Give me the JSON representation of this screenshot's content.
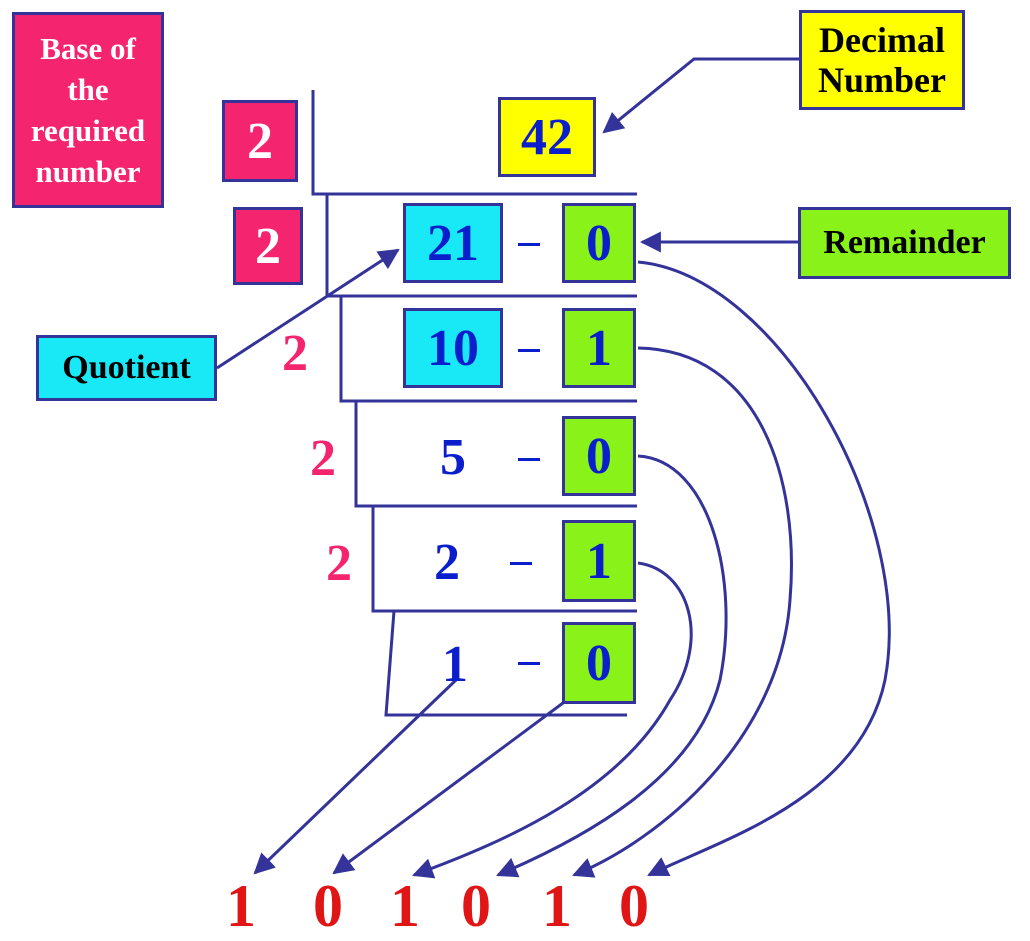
{
  "labels": {
    "base_lines": [
      "Base of",
      "the",
      "required",
      "number"
    ],
    "decimal_lines": [
      "Decimal",
      "Number"
    ],
    "remainder": "Remainder",
    "quotient": "Quotient"
  },
  "division": {
    "divisor": "2",
    "dividend": "42",
    "rows": [
      {
        "divisor": "2",
        "quotient": "21",
        "remainder": "0"
      },
      {
        "divisor": "2",
        "quotient": "10",
        "remainder": "1"
      },
      {
        "divisor": "2",
        "quotient": "5",
        "remainder": "0"
      },
      {
        "divisor": "2",
        "quotient": "2",
        "remainder": "1"
      },
      {
        "divisor": "",
        "quotient": "1",
        "remainder": "0"
      }
    ]
  },
  "result_bits": [
    "1",
    "0",
    "1",
    "0",
    "1",
    "0"
  ],
  "colors": {
    "pink": "#f5246e",
    "yellow": "#ffff00",
    "cyan": "#19e9f7",
    "green": "#89f319",
    "blue_text": "#0a1ecc",
    "red_bits": "#e01515",
    "line": "#333399"
  }
}
